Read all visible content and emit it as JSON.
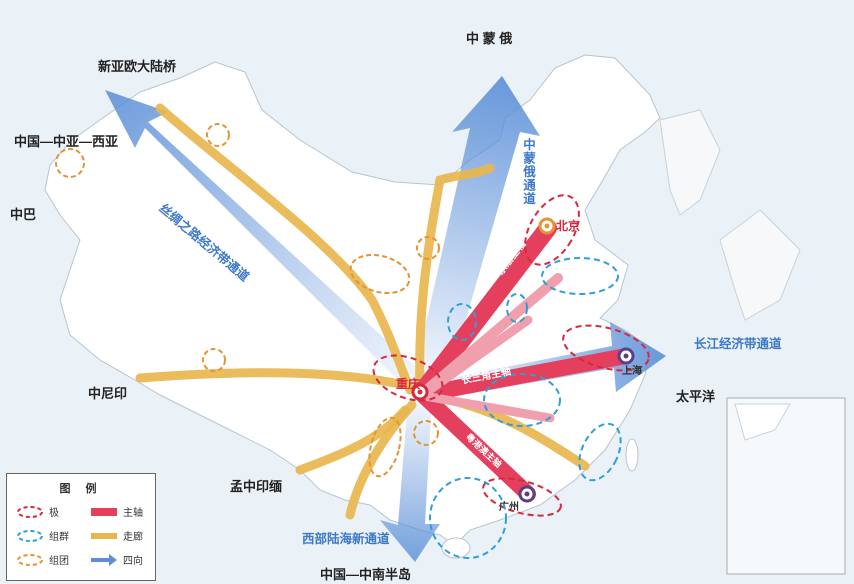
{
  "labels": {
    "mongolia": "中 蒙 俄",
    "eurasia": "新亚欧大陆桥",
    "central_asia": "中国—中亚—西亚",
    "pakistan": "中巴",
    "india": "中尼印",
    "myanmar": "孟中印缅",
    "peninsula": "中国—中南半岛",
    "pacific": "太平洋",
    "silk_road": "丝绸之路经济带通道",
    "mongolia_corridor": "中蒙俄通道",
    "yangtze": "长江经济带通道",
    "western_sea": "西部陆海新通道",
    "beijing": "北京",
    "shanghai": "上海",
    "chongqing": "重庆",
    "guangzhou": "广州",
    "axis_jjj": "京渝主轴",
    "axis_csj": "长三角主轴",
    "axis_gba": "粤港澳主轴"
  },
  "legend": {
    "title": "图 例",
    "hub": "极",
    "main_axis": "主轴",
    "cluster": "组群",
    "corridor": "走廊",
    "group": "组团",
    "direction": "四向"
  },
  "colors": {
    "land": "#ffffff",
    "sea": "#eaf1f7",
    "corridor": "#e8b64e",
    "main_axis": "#e4405e",
    "direction_arrow": "#5b8fd8",
    "hub_ring": "#d8283b",
    "cluster_ring": "#2e9fd8",
    "group_ring": "#e49434"
  }
}
